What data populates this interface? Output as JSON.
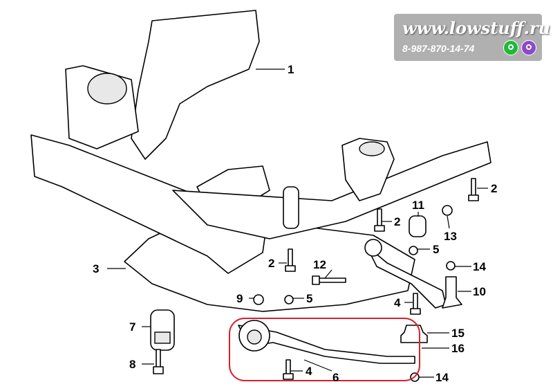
{
  "diagram": {
    "callouts": {
      "c1": "1",
      "c2a": "2",
      "c2b": "2",
      "c2c": "2",
      "c3": "3",
      "c4a": "4",
      "c4b": "4",
      "c5a": "5",
      "c5b": "5",
      "c6": "6",
      "c7": "7",
      "c8": "8",
      "c9": "9",
      "c10": "10",
      "c11": "11",
      "c12": "12",
      "c13": "13",
      "c14a": "14",
      "c14b": "14",
      "c15": "15",
      "c16": "16"
    },
    "highlight_color": "#d8202a"
  },
  "watermark": {
    "site": "www.lowstuff.ru",
    "phone": "8-987-870-14-74",
    "icons": [
      "whatsapp-icon",
      "viber-icon"
    ]
  }
}
